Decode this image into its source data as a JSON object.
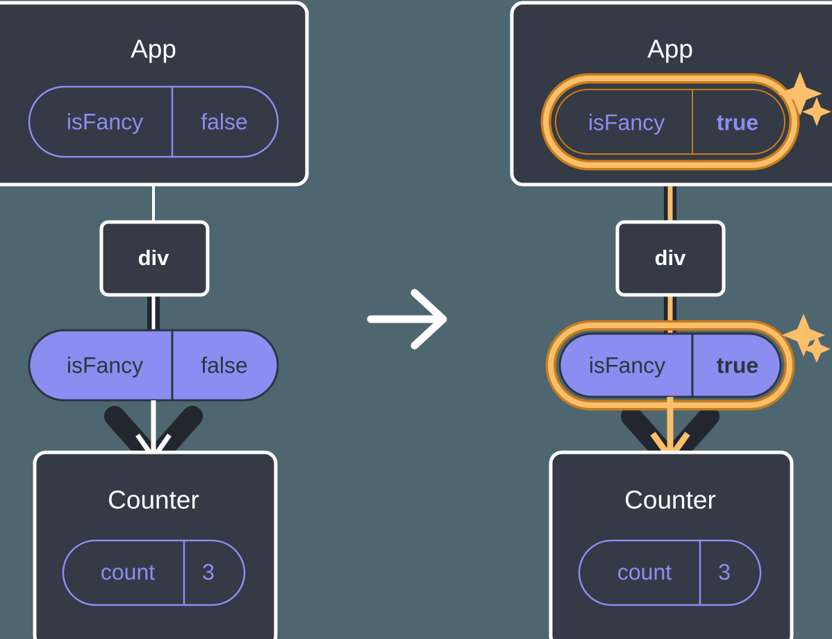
{
  "diagram": {
    "type": "react-state-propagation",
    "colors": {
      "background": "#4d6670",
      "box_fill": "#343a46",
      "box_border": "#ffffff",
      "pill_outline_stroke": "#8b8ef0",
      "pill_solid_fill": "#8b8ef0",
      "pill_solid_text": "#2e3440",
      "edge_dark": "#22262f",
      "edge_white": "#ffffff",
      "highlight_outer": "#c87d1c",
      "highlight_inner": "#fbbf6b",
      "sparkle": "#fbbf6b"
    },
    "transition_arrow": "arrow-right-icon",
    "panels": [
      {
        "id": "before",
        "app": {
          "title": "App",
          "prop": {
            "name": "isFancy",
            "value": "false",
            "style": "outline",
            "highlighted": false
          }
        },
        "div": {
          "label": "div"
        },
        "passed_prop": {
          "name": "isFancy",
          "value": "false",
          "style": "solid",
          "highlighted": false
        },
        "counter": {
          "title": "Counter",
          "state": {
            "name": "count",
            "value": "3",
            "style": "outline",
            "highlighted": false
          }
        },
        "edge_color": "#ffffff",
        "sparkles": false
      },
      {
        "id": "after",
        "app": {
          "title": "App",
          "prop": {
            "name": "isFancy",
            "value": "true",
            "style": "outline",
            "highlighted": true
          }
        },
        "div": {
          "label": "div"
        },
        "passed_prop": {
          "name": "isFancy",
          "value": "true",
          "style": "solid",
          "highlighted": true
        },
        "counter": {
          "title": "Counter",
          "state": {
            "name": "count",
            "value": "3",
            "style": "outline",
            "highlighted": false
          }
        },
        "edge_color": "#fbbf6b",
        "sparkles": true
      }
    ]
  }
}
